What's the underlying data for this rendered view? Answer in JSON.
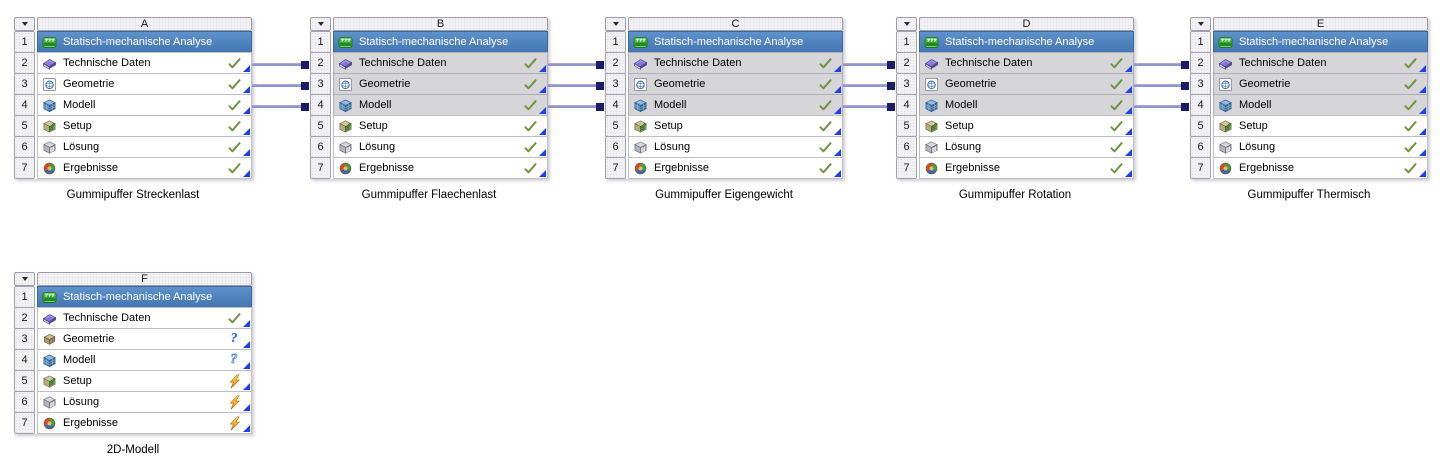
{
  "blocks": [
    {
      "letter": "A",
      "caption": "Gummipuffer Streckenlast",
      "rows": [
        {
          "n": "1",
          "label": "Statisch-mechanische Analyse",
          "status": "none"
        },
        {
          "n": "2",
          "label": "Technische Daten",
          "status": "check"
        },
        {
          "n": "3",
          "label": "Geometrie",
          "status": "check"
        },
        {
          "n": "4",
          "label": "Modell",
          "status": "check"
        },
        {
          "n": "5",
          "label": "Setup",
          "status": "check"
        },
        {
          "n": "6",
          "label": "Lösung",
          "status": "check"
        },
        {
          "n": "7",
          "label": "Ergebnisse",
          "status": "check"
        }
      ]
    },
    {
      "letter": "B",
      "caption": "Gummipuffer Flaechenlast",
      "linked_rows": [
        2,
        3,
        4
      ],
      "rows": [
        {
          "n": "1",
          "label": "Statisch-mechanische Analyse",
          "status": "none"
        },
        {
          "n": "2",
          "label": "Technische Daten",
          "status": "check"
        },
        {
          "n": "3",
          "label": "Geometrie",
          "status": "check"
        },
        {
          "n": "4",
          "label": "Modell",
          "status": "check"
        },
        {
          "n": "5",
          "label": "Setup",
          "status": "check"
        },
        {
          "n": "6",
          "label": "Lösung",
          "status": "check"
        },
        {
          "n": "7",
          "label": "Ergebnisse",
          "status": "check"
        }
      ]
    },
    {
      "letter": "C",
      "caption": "Gummipuffer Eigengewicht",
      "linked_rows": [
        2,
        3,
        4
      ],
      "rows": [
        {
          "n": "1",
          "label": "Statisch-mechanische Analyse",
          "status": "none"
        },
        {
          "n": "2",
          "label": "Technische Daten",
          "status": "check"
        },
        {
          "n": "3",
          "label": "Geometrie",
          "status": "check"
        },
        {
          "n": "4",
          "label": "Modell",
          "status": "check"
        },
        {
          "n": "5",
          "label": "Setup",
          "status": "check"
        },
        {
          "n": "6",
          "label": "Lösung",
          "status": "check"
        },
        {
          "n": "7",
          "label": "Ergebnisse",
          "status": "check"
        }
      ]
    },
    {
      "letter": "D",
      "caption": "Gummipuffer Rotation",
      "linked_rows": [
        2,
        3,
        4
      ],
      "rows": [
        {
          "n": "1",
          "label": "Statisch-mechanische Analyse",
          "status": "none"
        },
        {
          "n": "2",
          "label": "Technische Daten",
          "status": "check"
        },
        {
          "n": "3",
          "label": "Geometrie",
          "status": "check"
        },
        {
          "n": "4",
          "label": "Modell",
          "status": "check"
        },
        {
          "n": "5",
          "label": "Setup",
          "status": "check"
        },
        {
          "n": "6",
          "label": "Lösung",
          "status": "check"
        },
        {
          "n": "7",
          "label": "Ergebnisse",
          "status": "check"
        }
      ]
    },
    {
      "letter": "E",
      "caption": "Gummipuffer Thermisch",
      "linked_rows": [
        2,
        3,
        4
      ],
      "rows": [
        {
          "n": "1",
          "label": "Statisch-mechanische Analyse",
          "status": "none"
        },
        {
          "n": "2",
          "label": "Technische Daten",
          "status": "check"
        },
        {
          "n": "3",
          "label": "Geometrie",
          "status": "check"
        },
        {
          "n": "4",
          "label": "Modell",
          "status": "check"
        },
        {
          "n": "5",
          "label": "Setup",
          "status": "check"
        },
        {
          "n": "6",
          "label": "Lösung",
          "status": "check"
        },
        {
          "n": "7",
          "label": "Ergebnisse",
          "status": "check"
        }
      ]
    },
    {
      "letter": "F",
      "caption": "2D-Modell",
      "rows": [
        {
          "n": "1",
          "label": "Statisch-mechanische Analyse",
          "status": "none"
        },
        {
          "n": "2",
          "label": "Technische Daten",
          "status": "check"
        },
        {
          "n": "3",
          "label": "Geometrie",
          "status": "question-solid"
        },
        {
          "n": "4",
          "label": "Modell",
          "status": "question-outline"
        },
        {
          "n": "5",
          "label": "Setup",
          "status": "lightning"
        },
        {
          "n": "6",
          "label": "Lösung",
          "status": "lightning"
        },
        {
          "n": "7",
          "label": "Ergebnisse",
          "status": "lightning"
        }
      ]
    }
  ],
  "connections": [
    {
      "from": "A",
      "to": "B",
      "rows": [
        2,
        3,
        4
      ]
    },
    {
      "from": "B",
      "to": "C",
      "rows": [
        2,
        3,
        4
      ]
    },
    {
      "from": "C",
      "to": "D",
      "rows": [
        2,
        3,
        4
      ]
    },
    {
      "from": "D",
      "to": "E",
      "rows": [
        2,
        3,
        4
      ]
    }
  ],
  "status_marks": {
    "check": "✓",
    "question": "?",
    "lightning": "⚡"
  },
  "icons": {
    "dropdown-arrow-icon": "▼",
    "static-structural-icon": "green-slab-with-load-marks",
    "engineering-data-icon": "purple-book",
    "geometry-icon": "blue-sphere-on-page",
    "geometry-solid-icon": "tan-solid-box",
    "model-icon": "blue-meshed-cube",
    "setup-icon": "tan-box-green-arrow",
    "solution-icon": "gray-cube-calculator",
    "results-icon": "multicolor-sphere",
    "check-icon": "✓",
    "question-icon": "?",
    "question-outline-icon": "?",
    "lightning-icon": "⚡",
    "link-corner-icon": "◢"
  },
  "colors": {
    "row_highlight": "#4e82c2",
    "shared_row": "#d6d6d8",
    "connector_line": "#9294cc",
    "connector_node": "#1b1c6a",
    "check_green": "#6f9240",
    "question_blue": "#2a6ae0",
    "lightning_orange": "#f5a01e",
    "corner_blue": "#1e41f0"
  }
}
